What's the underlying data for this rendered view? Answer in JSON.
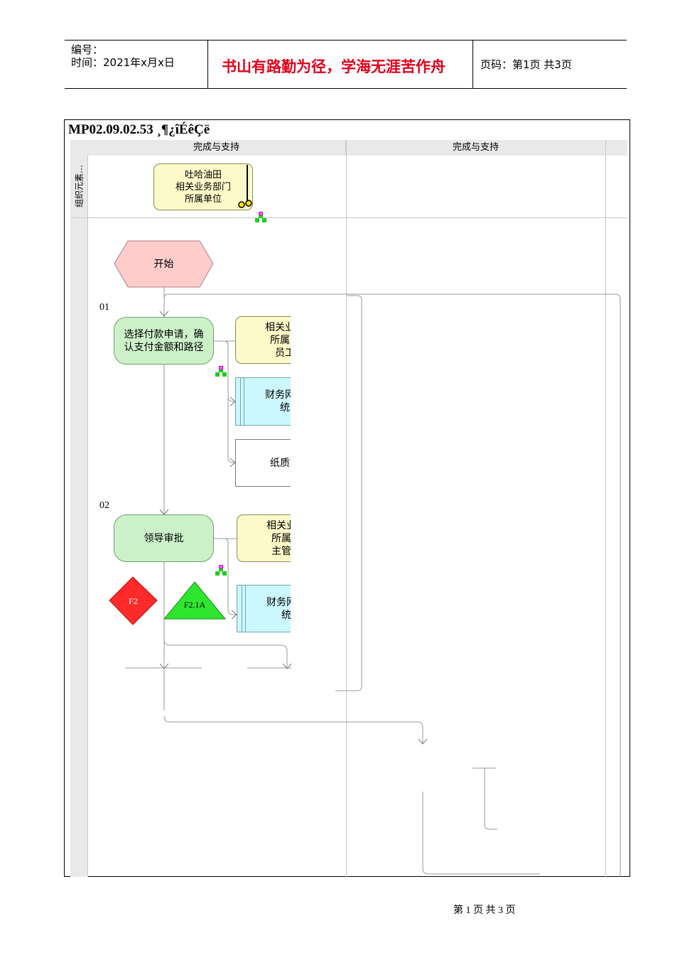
{
  "header": {
    "number_label": "编号：",
    "time_label": "时间：2021年x月x日",
    "motto": "书山有路勤为径，学海无涯苦作舟",
    "page_label": "页码：第1页  共3页"
  },
  "diagram": {
    "title": "MP02.09.02.53 ¸¶¿îÉêÇë",
    "columns": [
      "完成与支持",
      "完成与支持"
    ],
    "side_label": "组织元素…",
    "org_top": [
      "吐哈油田",
      "相关业务部门",
      "所属单位"
    ],
    "start_label": "开始",
    "steps": [
      {
        "id": "01",
        "function": [
          "选择付款申请，确",
          "认支付金额和路径"
        ],
        "org": [
          "相关业务",
          "所属单",
          "员工"
        ],
        "system": [
          "财务网上",
          "统"
        ],
        "document": "纸质文"
      },
      {
        "id": "02",
        "function": [
          "领导审批"
        ],
        "org": [
          "相关业务",
          "所属单",
          "主管领"
        ],
        "system": [
          "财务网上",
          "统"
        ]
      }
    ],
    "rule_label": "F2",
    "interface_label": "F2.1A",
    "colors": {
      "org": "#fdf9c8",
      "function": "#ccf1c8",
      "system": "#ccf7ff",
      "event": "#ffcccc",
      "rule": "#ff2a2a",
      "interface": "#2ee62e",
      "motto": "#e0001b"
    }
  },
  "footer": {
    "page_text": "第 1 页 共 3 页"
  }
}
